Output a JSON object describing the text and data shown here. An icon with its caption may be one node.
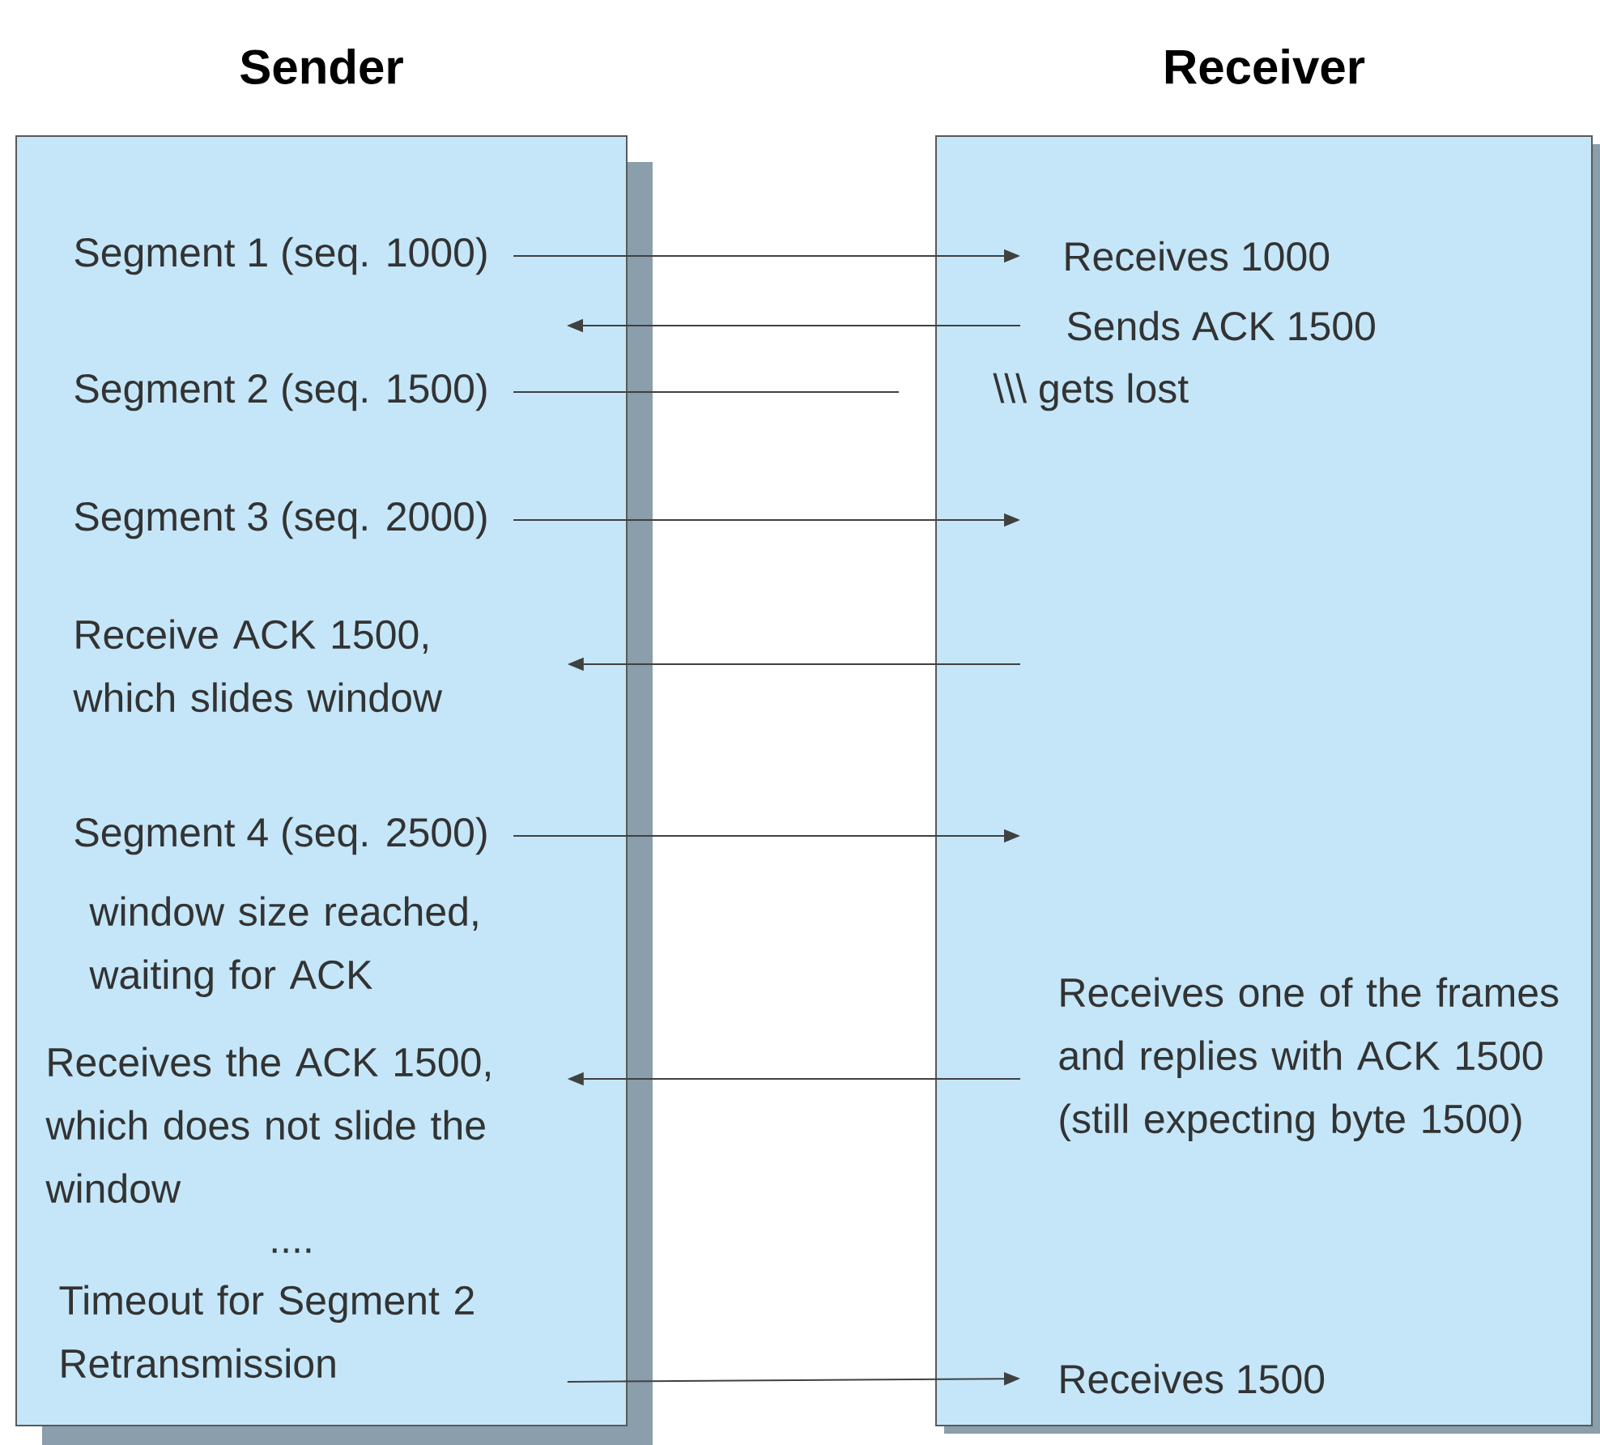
{
  "diagram": {
    "nodes": [
      {
        "text": [
          "Sender"
        ]
      },
      {
        "text": [
          "Receiver"
        ]
      },
      {
        "text": [
          "Segment 1 (seq. 1000)"
        ],
        "in": 0
      },
      {
        "text": [
          "Receives 1000"
        ],
        "in": 1
      },
      {
        "text": [
          "Sends ACK 1500"
        ],
        "in": 1
      },
      {
        "text": [
          "Segment 2 (seq. 1500)"
        ],
        "in": 0
      },
      {
        "text": [
          "\\\\\\ gets lost"
        ],
        "in": 1
      },
      {
        "text": [
          "Segment 3 (seq. 2000)"
        ],
        "in": 0
      },
      {
        "text": [
          "Receive ACK 1500, which slides window"
        ],
        "in": 0
      },
      {
        "text": [
          "Segment 4 (seq. 2500)"
        ],
        "in": 0
      },
      {
        "text": [
          "window size reached, waiting for ACK"
        ],
        "in": 0
      },
      {
        "text": [
          "Receives one of the frames and replies with ACK 1500 (still expecting byte 1500)"
        ],
        "in": 1
      },
      {
        "text": [
          "Receives the ACK 1500, which does not slide the window"
        ],
        "in": 0
      },
      {
        "text": [
          "Timeout for Segment 2",
          "Retransmission"
        ],
        "in": 0
      },
      {
        "text": [
          "Receives 1500"
        ],
        "in": 1
      }
    ],
    "edges": [
      {
        "from": 2,
        "to": 3,
        "arrow": "to"
      },
      {
        "from": 4,
        "to": null,
        "arrow": "to"
      },
      {
        "from": 5,
        "to": null,
        "arrow": "none"
      },
      {
        "from": 7,
        "to": null,
        "arrow": "to"
      },
      {
        "from": null,
        "to": 8,
        "arrow": "to"
      },
      {
        "from": 9,
        "to": null,
        "arrow": "to"
      },
      {
        "from": 11,
        "to": 12,
        "arrow": "to"
      },
      {
        "from": 13,
        "to": 14,
        "arrow": "to"
      }
    ],
    "labels": [
      "...."
    ]
  }
}
